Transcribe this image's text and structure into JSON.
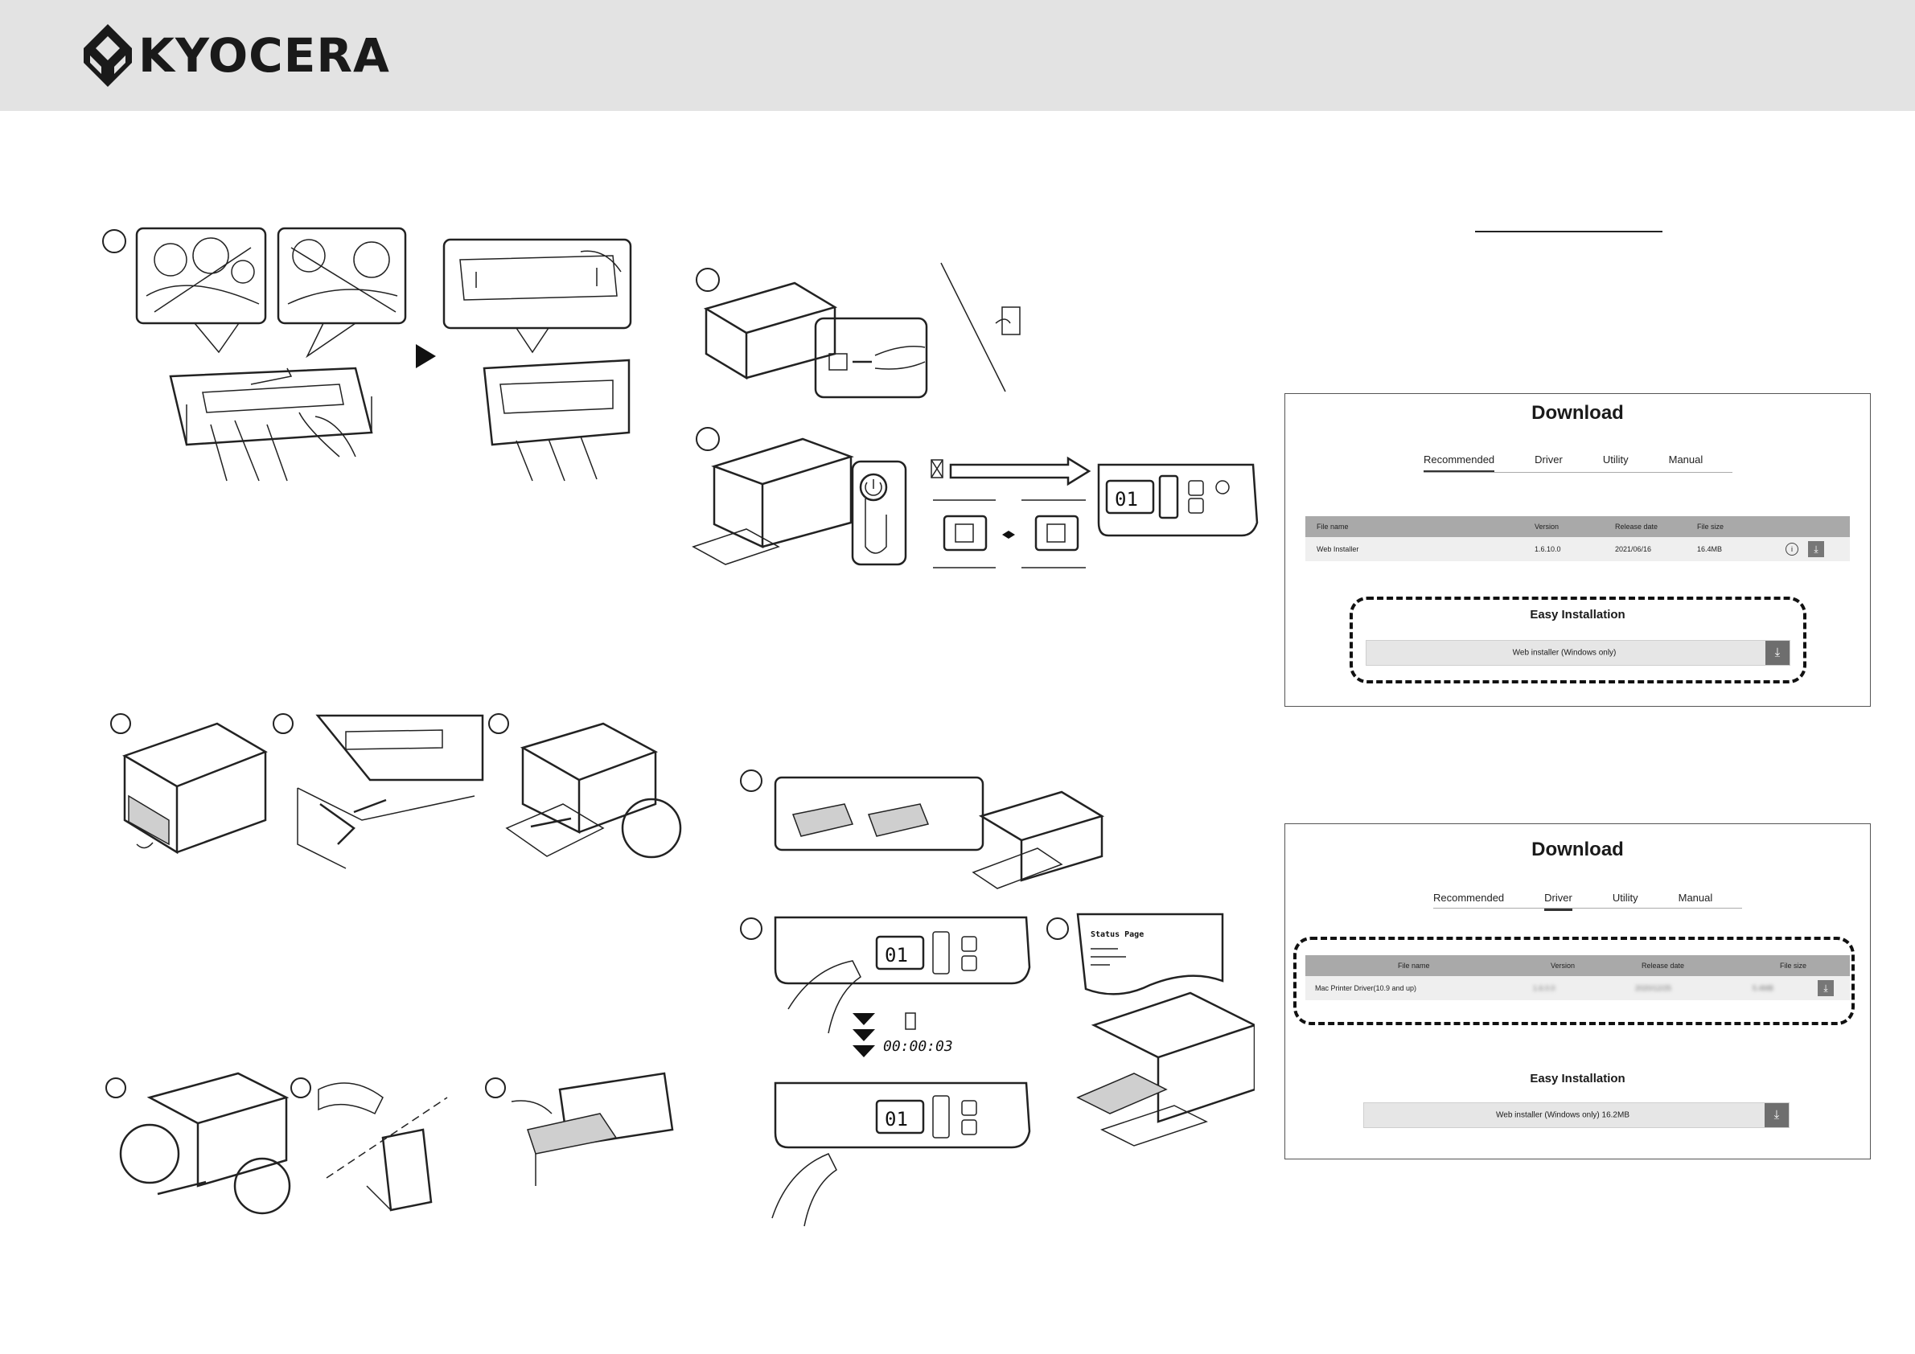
{
  "brand": {
    "name": "KYOCERA"
  },
  "panel_windows": {
    "title": "Download",
    "tabs": [
      "Recommended",
      "Driver",
      "Utility",
      "Manual"
    ],
    "active_tab": "Recommended",
    "table": {
      "headers": [
        "File name",
        "Version",
        "Release date",
        "File size"
      ],
      "rows": [
        {
          "name": "Web Installer",
          "version": "1.6.10.0",
          "date": "2021/06/16",
          "size": "16.4MB"
        }
      ]
    },
    "easy_title": "Easy Installation",
    "installer_label": "Web installer (Windows only)",
    "download_glyph": "⤓"
  },
  "panel_mac": {
    "title": "Download",
    "tabs": [
      "Recommended",
      "Driver",
      "Utility",
      "Manual"
    ],
    "active_tab": "Driver",
    "table": {
      "headers": [
        "File name",
        "Version",
        "Release date",
        "File size"
      ],
      "rows": [
        {
          "name": "Mac Printer Driver(10.9 and up)",
          "version": "1.6.0.0",
          "date": "2020/12/25",
          "size": "5.4MB"
        }
      ]
    },
    "easy_title": "Easy Installation",
    "installer_label": "Web installer (Windows only)    16.2MB",
    "download_glyph": "⤓"
  },
  "illustrations": {
    "display_value": "01",
    "timer_text": "00:00:03",
    "status_page_title": "Status Page",
    "icons": [
      "power-button-icon",
      "plug-icon",
      "hourglass-icon",
      "arrow-right-icon",
      "arrow-down-icon",
      "hand-icon"
    ]
  }
}
